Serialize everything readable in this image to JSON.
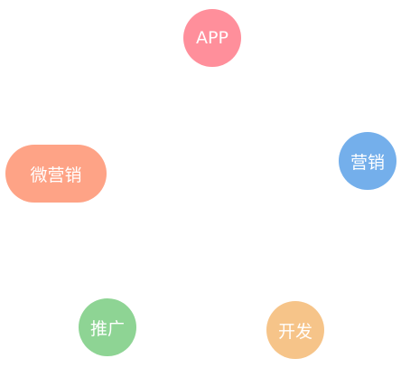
{
  "bubbles": {
    "app": {
      "label": "APP",
      "color": "#ff8f9b"
    },
    "marketing": {
      "label": "营销",
      "color": "#74afeb"
    },
    "wechat": {
      "label": "微营销",
      "color": "#fea386"
    },
    "promote": {
      "label": "推广",
      "color": "#8ed494"
    },
    "develop": {
      "label": "开发",
      "color": "#f6c489"
    }
  }
}
